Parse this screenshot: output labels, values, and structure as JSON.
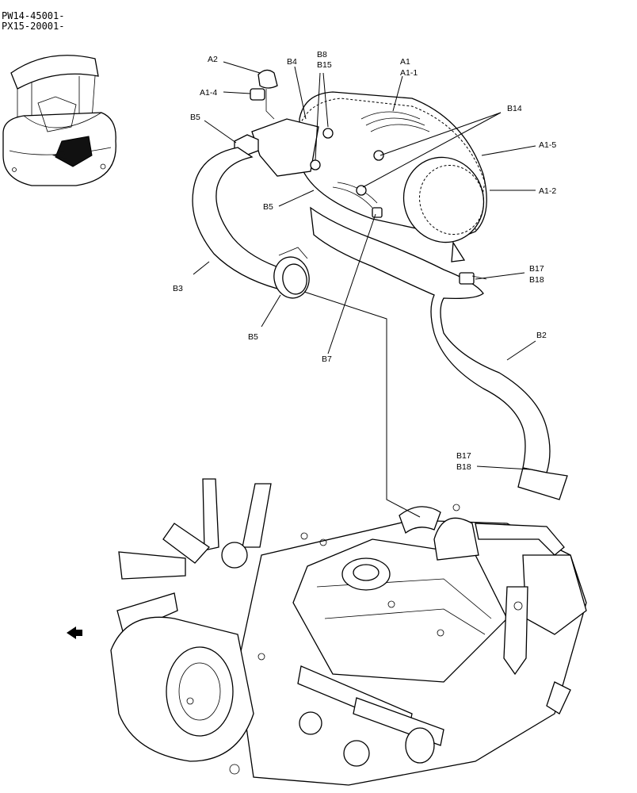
{
  "header": {
    "line1": "PW14-45001-",
    "line2": "PX15-20001-"
  },
  "labels": {
    "a2": "A2",
    "a1_4": "A1-4",
    "b5_top": "B5",
    "b4": "B4",
    "b8": "B8",
    "b15": "B15",
    "a1": "A1",
    "a1_1": "A1-1",
    "b14": "B14",
    "a1_5": "A1-5",
    "a1_2": "A1-2",
    "b5_mid": "B5",
    "b3": "B3",
    "b5_low": "B5",
    "b17_top": "B17",
    "b18_top": "B18",
    "b7": "B7",
    "b2": "B2",
    "b17_bot": "B17",
    "b18_bot": "B18"
  }
}
